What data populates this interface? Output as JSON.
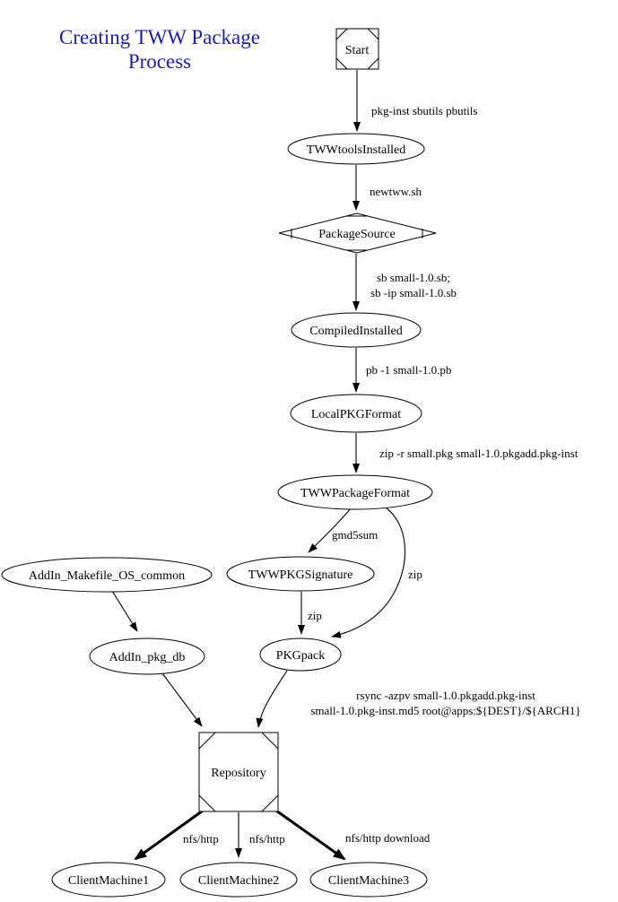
{
  "title": {
    "line1": "Creating TWW Package",
    "line2": "Process"
  },
  "colors": {
    "title_text": "#1b1bb3",
    "line": "#000000",
    "background": "#ffffff"
  },
  "nodes": {
    "start": {
      "label": "Start",
      "shape": "msquare"
    },
    "twwtools_installed": {
      "label": "TWWtoolsInstalled",
      "shape": "ellipse"
    },
    "package_source": {
      "label": "PackageSource",
      "shape": "mdiamond"
    },
    "compiled_installed": {
      "label": "CompiledInstalled",
      "shape": "ellipse"
    },
    "local_pkg_format": {
      "label": "LocalPKGFormat",
      "shape": "ellipse"
    },
    "tww_package_format": {
      "label": "TWWPackageFormat",
      "shape": "ellipse"
    },
    "tww_pkg_signature": {
      "label": "TWWPKGSignature",
      "shape": "ellipse"
    },
    "addin_makefile_os_common": {
      "label": "AddIn_Makefile_OS_common",
      "shape": "ellipse"
    },
    "addin_pkg_db": {
      "label": "AddIn_pkg_db",
      "shape": "ellipse"
    },
    "pkgpack": {
      "label": "PKGpack",
      "shape": "ellipse"
    },
    "repository": {
      "label": "Repository",
      "shape": "msquare"
    },
    "client_machine_1": {
      "label": "ClientMachine1",
      "shape": "ellipse"
    },
    "client_machine_2": {
      "label": "ClientMachine2",
      "shape": "ellipse"
    },
    "client_machine_3": {
      "label": "ClientMachine3",
      "shape": "ellipse"
    }
  },
  "edges": {
    "start_to_twwtools": {
      "label": "pkg-inst sbutils pbutils"
    },
    "twwtools_to_packagesource": {
      "label": "newtww.sh"
    },
    "packagesource_to_compiled": {
      "label_line1": "sb small-1.0.sb;",
      "label_line2": "sb -ip small-1.0.sb"
    },
    "compiled_to_localpkg": {
      "label": "pb -1 small-1.0.pb"
    },
    "localpkg_to_twwformat": {
      "label": "zip -r small.pkg small-1.0.pkgadd.pkg-inst"
    },
    "twwformat_to_signature": {
      "label": "gmd5sum"
    },
    "twwformat_to_pkgpack": {
      "label": "zip"
    },
    "signature_to_pkgpack": {
      "label": "zip"
    },
    "pkgpack_to_repository": {
      "label_line1": "rsync -azpv small-1.0.pkgadd.pkg-inst",
      "label_line2": "small-1.0.pkg-inst.md5 root@apps:${DEST}/${ARCH1}"
    },
    "repository_to_client1": {
      "label": "nfs/http"
    },
    "repository_to_client2": {
      "label": "nfs/http"
    },
    "repository_to_client3": {
      "label": "nfs/http download"
    }
  }
}
